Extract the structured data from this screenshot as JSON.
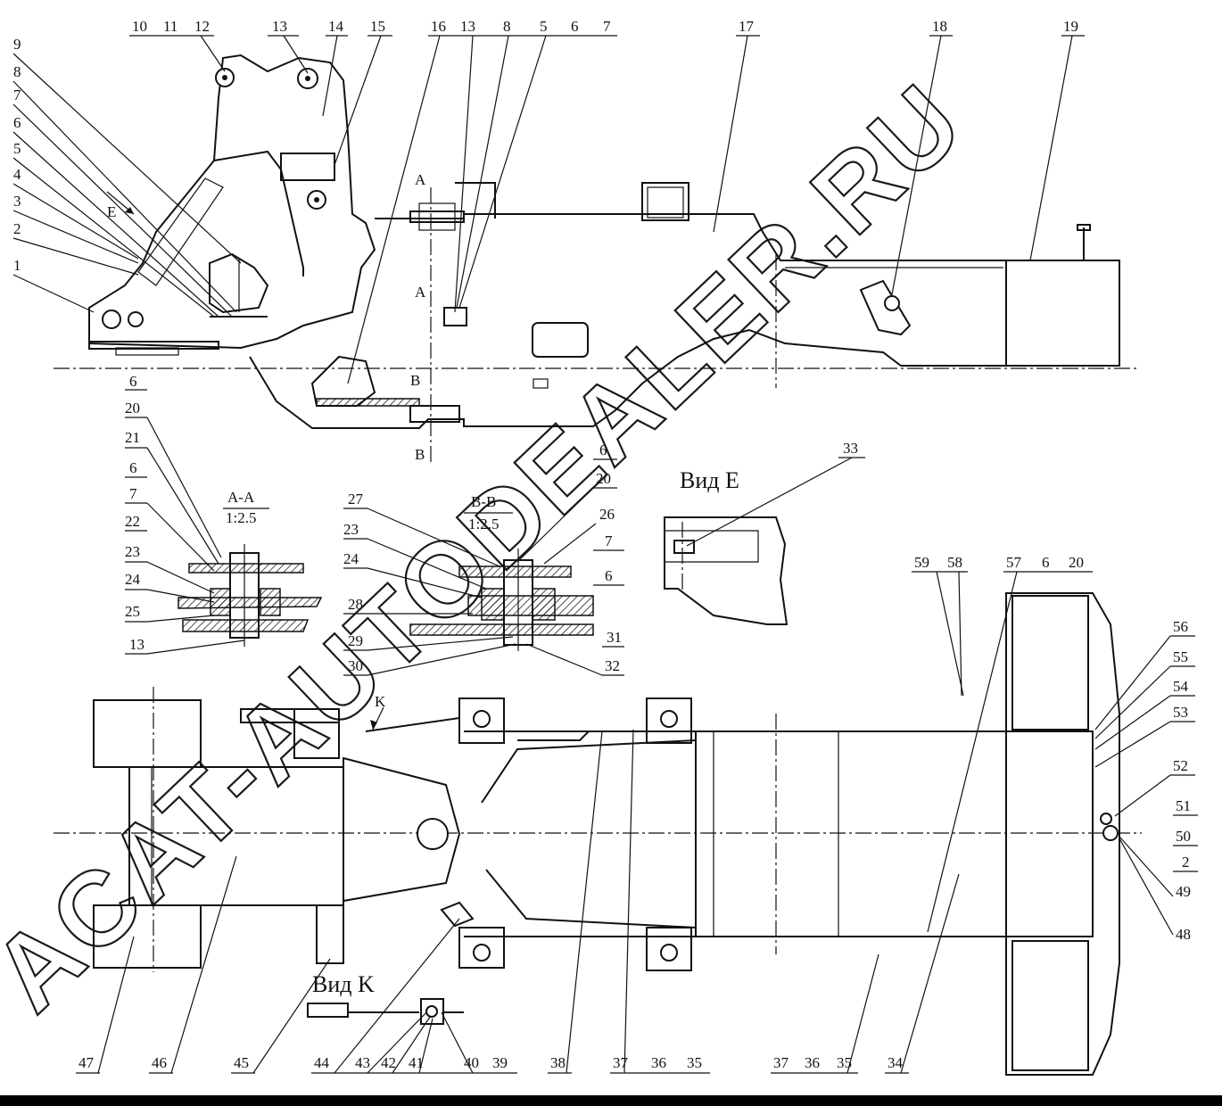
{
  "callouts_top": [
    "10",
    "11",
    "12",
    "13",
    "14",
    "15",
    "16",
    "13",
    "8",
    "5",
    "6",
    "7",
    "17",
    "18",
    "19"
  ],
  "callouts_left": [
    "9",
    "8",
    "7",
    "6",
    "5",
    "4",
    "3",
    "2",
    "1"
  ],
  "callouts_aa": [
    "6",
    "20",
    "21",
    "6",
    "7",
    "22",
    "23",
    "24",
    "25",
    "13"
  ],
  "callouts_bb": [
    "6",
    "20",
    "26",
    "7",
    "6",
    "27",
    "23",
    "24",
    "28",
    "29",
    "30",
    "31",
    "32"
  ],
  "callouts_e": [
    "33"
  ],
  "callouts_right": [
    "56",
    "55",
    "54",
    "53",
    "52",
    "51",
    "50",
    "2",
    "49",
    "48"
  ],
  "callouts_plan_top": [
    "59",
    "58",
    "57",
    "6",
    "20"
  ],
  "callouts_bottom": [
    "47",
    "46",
    "45",
    "44",
    "43",
    "42",
    "41",
    "40",
    "39",
    "38",
    "37",
    "36",
    "35",
    "37",
    "36",
    "35",
    "34"
  ],
  "section_labels": {
    "aa_title": "A-A",
    "aa_scale": "1:2.5",
    "bb_title": "B-B",
    "bb_scale": "1:2.5",
    "view_e": "Вид E",
    "view_k": "Вид K",
    "cut_a": "A",
    "cut_b": "B",
    "arrow_e": "E",
    "arrow_k": "K"
  },
  "watermark": "ACAT-AUTODEALER.RU",
  "colors": {
    "ink": "#111111",
    "paper": "#ffffff",
    "bar": "#000000"
  }
}
